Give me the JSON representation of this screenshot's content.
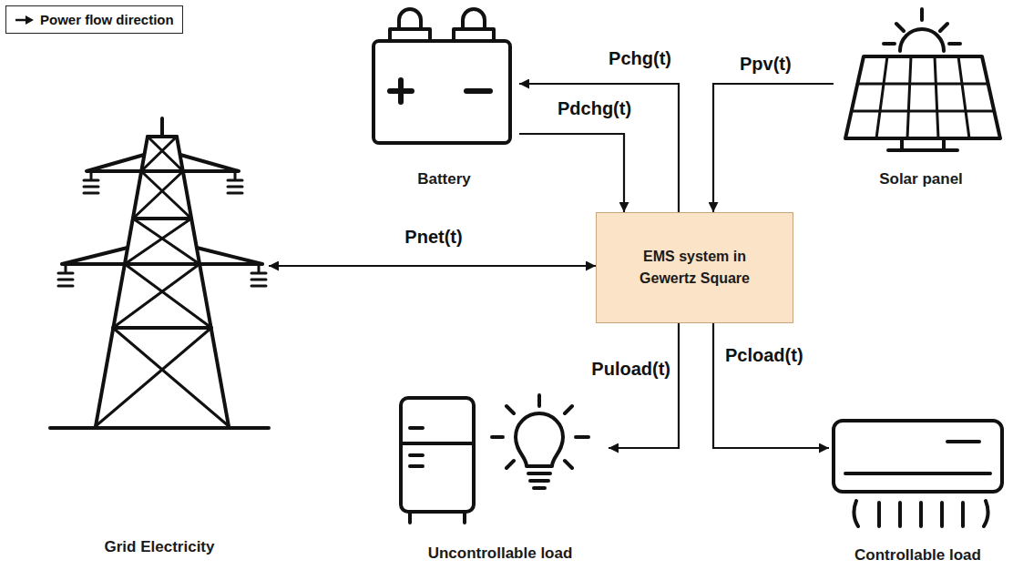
{
  "diagram": {
    "nodes": [
      {
        "text": [
          "Battery"
        ]
      },
      {
        "text": [
          "Solar panel"
        ]
      },
      {
        "text": [
          "Grid Electricity"
        ]
      },
      {
        "text": [
          "EMS system in Gewertz Square"
        ]
      },
      {
        "text": [
          "Uncontrollable load"
        ]
      },
      {
        "text": [
          "Controllable load"
        ]
      }
    ],
    "edges": [
      {
        "from": 3,
        "to": 0,
        "arrow": "to",
        "label": "Pchg(t)"
      },
      {
        "from": 0,
        "to": 3,
        "arrow": "to",
        "label": "Pdchg(t)"
      },
      {
        "from": 1,
        "to": 3,
        "arrow": "to",
        "label": "Ppv(t)"
      },
      {
        "from": 2,
        "to": 3,
        "arrow": "both",
        "label": "Pnet(t)"
      },
      {
        "from": 3,
        "to": 4,
        "arrow": "to",
        "label": "Puload(t)"
      },
      {
        "from": 3,
        "to": 5,
        "arrow": "to",
        "label": "Pcload(t)"
      }
    ],
    "legend": [
      {
        "text": "Power flow direction"
      }
    ]
  }
}
